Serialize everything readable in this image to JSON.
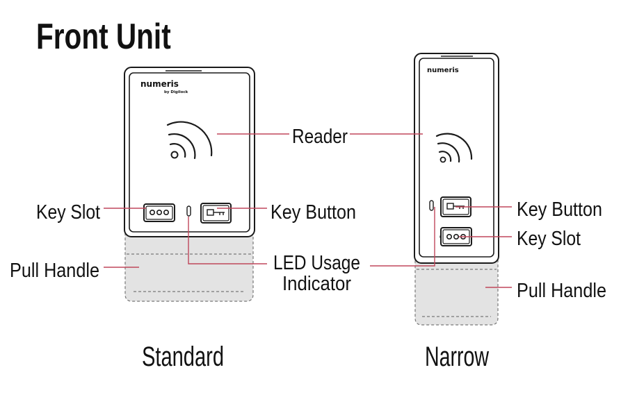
{
  "title": "Front Unit",
  "brand": {
    "standard_logo": "numeris",
    "standard_sub": "by Digilock",
    "narrow_logo": "numeris"
  },
  "captions": {
    "standard": "Standard",
    "narrow": "Narrow"
  },
  "labels": {
    "reader": "Reader",
    "key_slot_left": "Key Slot",
    "key_button_left": "Key Button",
    "pull_handle_left": "Pull Handle",
    "led_line1": "LED Usage",
    "led_line2": "Indicator",
    "key_button_right": "Key Button",
    "key_slot_right": "Key Slot",
    "pull_handle_right": "Pull Handle"
  },
  "colors": {
    "leader": "#c0475b",
    "handle_fill": "#e3e3e3",
    "outline": "#1a1a1a"
  }
}
